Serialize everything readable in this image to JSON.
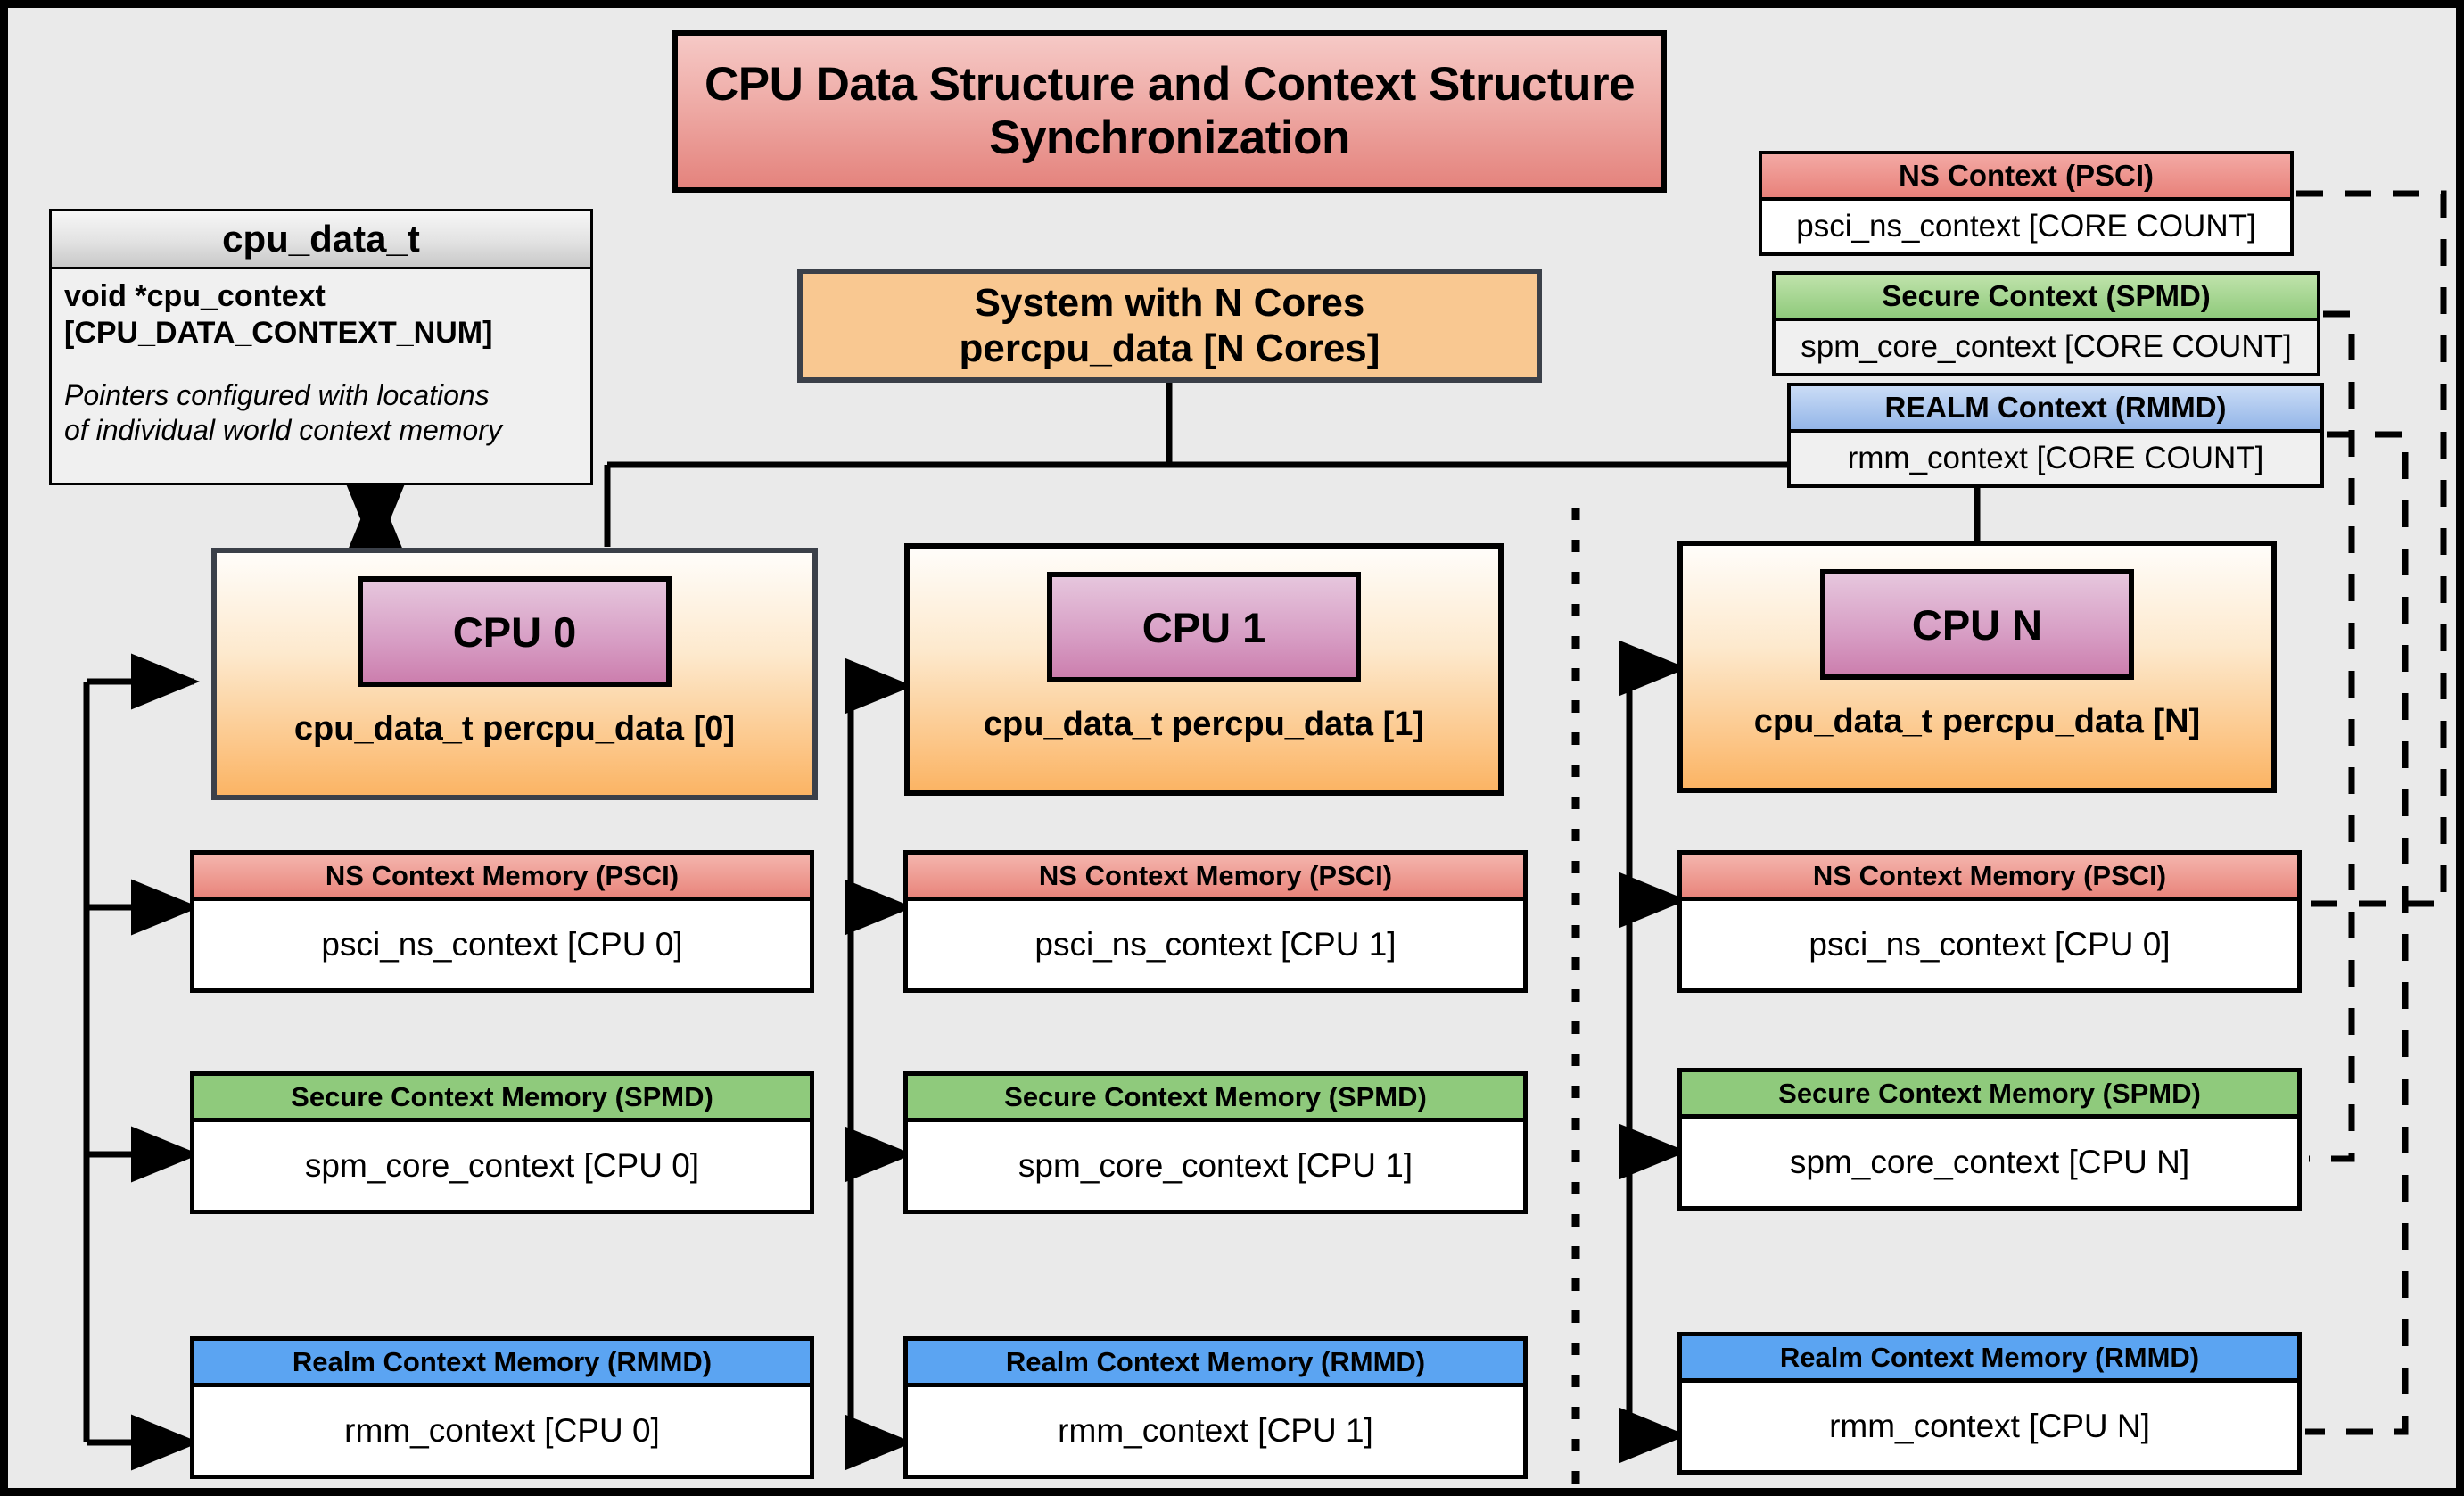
{
  "title": "CPU Data Structure and Context Structure Synchronization",
  "struct": {
    "name": "cpu_data_t",
    "field_line1": "void  *cpu_context",
    "field_line2": "[CPU_DATA_CONTEXT_NUM]",
    "note_line1": "Pointers configured with locations",
    "note_line2": "of individual world context memory"
  },
  "system": {
    "line1": "System with N Cores",
    "line2": "percpu_data [N Cores]"
  },
  "legend": [
    {
      "name": "ns",
      "header": "NS Context  (PSCI)",
      "value": "psci_ns_context [CORE COUNT]"
    },
    {
      "name": "secure",
      "header": "Secure Context (SPMD)",
      "value": "spm_core_context [CORE COUNT]"
    },
    {
      "name": "realm",
      "header": "REALM Context (RMMD)",
      "value": "rmm_context [CORE COUNT]"
    }
  ],
  "cpus": [
    {
      "tag": "CPU 0",
      "sub": "cpu_data_t percpu_data [0]",
      "ns_header": "NS Context Memory (PSCI)",
      "ns_value": "psci_ns_context [CPU 0]",
      "secure_header": "Secure Context Memory (SPMD)",
      "secure_value": "spm_core_context [CPU 0]",
      "realm_header": "Realm Context Memory (RMMD)",
      "realm_value": "rmm_context [CPU 0]"
    },
    {
      "tag": "CPU 1",
      "sub": "cpu_data_t percpu_data [1]",
      "ns_header": "NS Context Memory (PSCI)",
      "ns_value": "psci_ns_context [CPU 1]",
      "secure_header": "Secure Context Memory (SPMD)",
      "secure_value": "spm_core_context [CPU 1]",
      "realm_header": "Realm Context Memory (RMMD)",
      "realm_value": "rmm_context [CPU 1]"
    },
    {
      "tag": "CPU N",
      "sub": "cpu_data_t percpu_data [N]",
      "ns_header": "NS Context Memory (PSCI)",
      "ns_value": "psci_ns_context [CPU 0]",
      "secure_header": "Secure Context Memory (SPMD)",
      "secure_value": "spm_core_context [CPU N]",
      "realm_header": "Realm Context Memory (RMMD)",
      "realm_value": "rmm_context [CPU N]"
    }
  ],
  "colors": {
    "ns": "#e8817a",
    "secure": "#8fca7c",
    "realm": "#5ba4f2",
    "cpu_tag": "#cc7fae",
    "cpu_block": "#fbb464",
    "system": "#f9c891",
    "canvas": "#eaeaea"
  }
}
